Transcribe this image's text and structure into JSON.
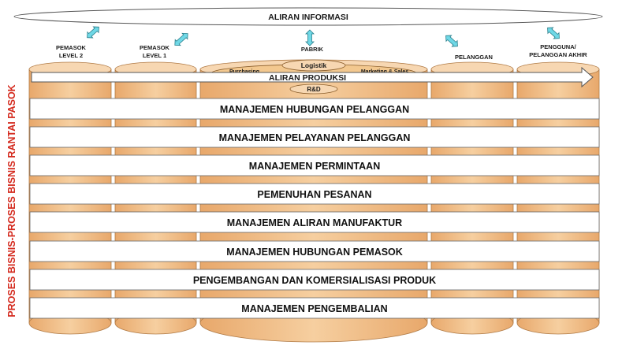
{
  "info_flow": {
    "label": "ALIRAN INFORMASI"
  },
  "entities": [
    {
      "line1": "PEMASOK",
      "line2": "LEVEL 2"
    },
    {
      "line1": "PEMASOK",
      "line2": "LEVEL 1"
    },
    {
      "line1": "PABRIK",
      "line2": ""
    },
    {
      "line1": "PELANGGAN",
      "line2": ""
    },
    {
      "line1": "PENGGUNA/",
      "line2": "PELANGGAN AKHIR"
    }
  ],
  "factory": {
    "logistics": "Logistik",
    "purchasing": "Purchasing",
    "marketing": "Marketing & Sales",
    "rnd": "R&D"
  },
  "product_flow": {
    "label": "ALIRAN PRODUKSI"
  },
  "side_label": "PROSES BISNIS-PROSES BISNIS RANTAI PASOK",
  "processes": [
    "MANAJEMEN HUBUNGAN PELANGGAN",
    "MANAJEMEN PELAYANAN PELANGGAN",
    "MANAJEMEN PERMINTAAN",
    "PEMENUHAN PESANAN",
    "MANAJEMEN ALIRAN MANUFAKTUR",
    "MANAJEMEN HUBUNGAN PEMASOK",
    "PENGEMBANGAN DAN KOMERSIALISASI PRODUK",
    "MANAJEMEN PENGEMBALIAN"
  ],
  "colors": {
    "cylinder": "#f1c08f",
    "cylinder_top": "#f7d7b2",
    "arrow": "#6fd8e6",
    "side_label": "#d42a1e"
  }
}
